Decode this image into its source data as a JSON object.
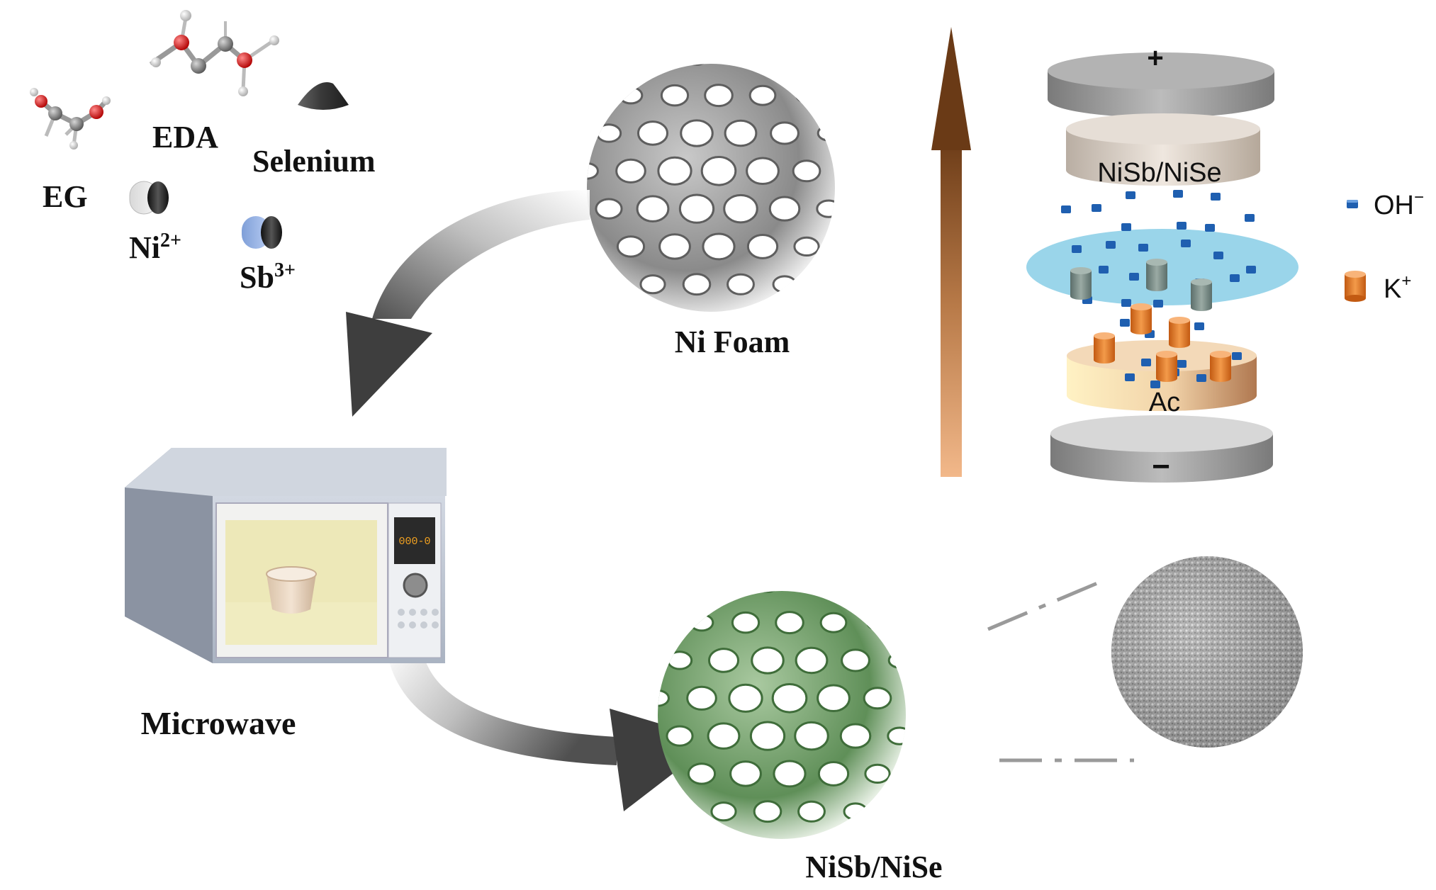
{
  "labels": {
    "eg": "EG",
    "eda": "EDA",
    "selenium": "Selenium",
    "ni_ion": "Ni",
    "ni_charge": "2+",
    "sb_ion": "Sb",
    "sb_charge": "3+",
    "ni_foam": "Ni Foam",
    "microwave": "Microwave",
    "product": "NiSb/NiSe",
    "microwave_display": "000-0"
  },
  "device": {
    "positive": "+",
    "negative": "−",
    "cathode_label": "NiSb/NiSe",
    "anode_label": "Ac"
  },
  "legend": {
    "oh": "OH",
    "oh_charge": "−",
    "k": "K",
    "k_charge": "+"
  },
  "colors": {
    "oxygen": "#d01818",
    "carbon": "#8a8a8a",
    "hydrogen": "#e4e4e4",
    "ni_foam": "#8a8a8a",
    "product_foam": "#6e9a66",
    "oh_ion": "#1f5fb0",
    "k_ion": "#e07a28",
    "separator": "#8fd0e8",
    "sb_ion": "#9db7e8",
    "arrow_top": "#7a4a20",
    "arrow_bottom": "#f2b88a"
  },
  "icons": {
    "selenium": "cone-icon",
    "ni_ion": "cylinder-icon",
    "sb_ion": "cylinder-icon",
    "ni_foam": "foam-sphere-icon",
    "microwave": "microwave-icon",
    "product": "foam-sphere-icon",
    "nanostructure": "porous-sphere-icon",
    "device": "supercapacitor-stack-icon"
  }
}
